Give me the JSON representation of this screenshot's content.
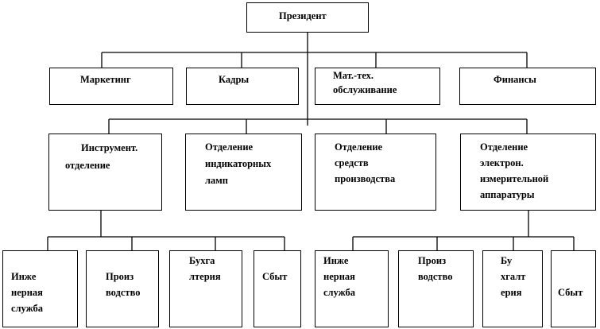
{
  "president": "Президент",
  "services": [
    "Маркетинг",
    "Кадры",
    "Мат.-тех.\nобслуживание",
    "Финансы"
  ],
  "departments": [
    "Инструмент.\nотделение",
    "Отделение\nиндикаторных\nламп",
    "Отделение\nсредств\nпроизводства",
    "Отделение\nэлектрон.\nизмерительной\nаппаратуры"
  ],
  "left_units": [
    "Инже\nнерная\nслужба",
    "Произ\nводство",
    "Бухга\nлтерия",
    "Сбыт"
  ],
  "right_units": [
    "Инже\nнерная\nслужба",
    "Произ\nводство",
    "Бу\nхгалт\nерия",
    "Сбыт"
  ]
}
